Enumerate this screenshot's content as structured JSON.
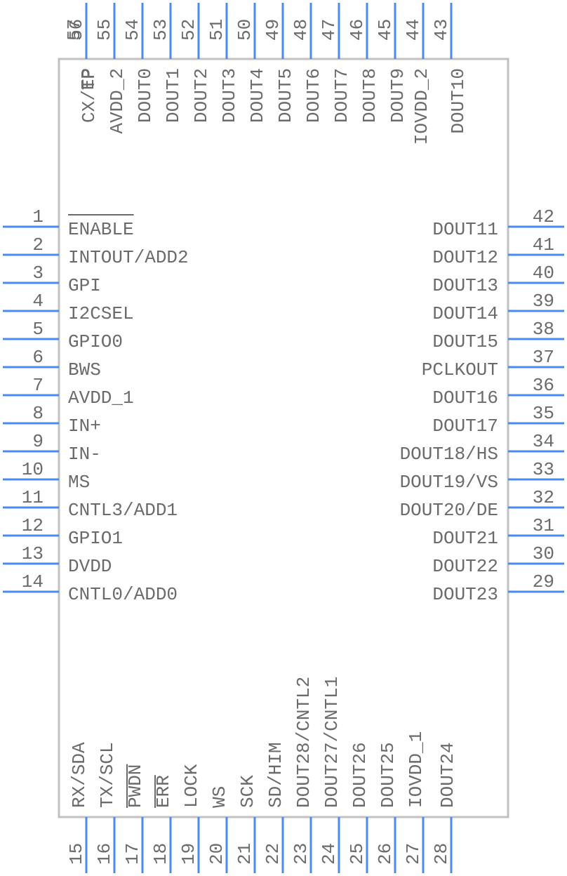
{
  "component": {
    "title": "IC schematic symbol",
    "colors": {
      "pin": "#4a8af4",
      "body": "#c0c0c0",
      "text": "#6b6b6b"
    }
  },
  "pins": {
    "left": [
      {
        "number": "1",
        "name": "ENABLE",
        "active_low": true
      },
      {
        "number": "2",
        "name": "INTOUT/ADD2"
      },
      {
        "number": "3",
        "name": "GPI"
      },
      {
        "number": "4",
        "name": "I2CSEL"
      },
      {
        "number": "5",
        "name": "GPIO0"
      },
      {
        "number": "6",
        "name": "BWS"
      },
      {
        "number": "7",
        "name": "AVDD_1"
      },
      {
        "number": "8",
        "name": "IN+"
      },
      {
        "number": "9",
        "name": "IN-"
      },
      {
        "number": "10",
        "name": "MS"
      },
      {
        "number": "11",
        "name": "CNTL3/ADD1"
      },
      {
        "number": "12",
        "name": "GPIO1"
      },
      {
        "number": "13",
        "name": "DVDD"
      },
      {
        "number": "14",
        "name": "CNTL0/ADD0"
      }
    ],
    "bottom": [
      {
        "number": "15",
        "name": "RX/SDA"
      },
      {
        "number": "16",
        "name": "TX/SCL"
      },
      {
        "number": "17",
        "name": "PWDN",
        "active_low": true
      },
      {
        "number": "18",
        "name": "ERR",
        "active_low": true
      },
      {
        "number": "19",
        "name": "LOCK"
      },
      {
        "number": "20",
        "name": "WS"
      },
      {
        "number": "21",
        "name": "SCK"
      },
      {
        "number": "22",
        "name": "SD/HIM"
      },
      {
        "number": "23",
        "name": "DOUT28/CNTL2"
      },
      {
        "number": "24",
        "name": "DOUT27/CNTL1"
      },
      {
        "number": "25",
        "name": "DOUT26"
      },
      {
        "number": "26",
        "name": "DOUT25"
      },
      {
        "number": "27",
        "name": "IOVDD_1"
      },
      {
        "number": "28",
        "name": "DOUT24"
      }
    ],
    "right": [
      {
        "number": "42",
        "name": "DOUT11"
      },
      {
        "number": "41",
        "name": "DOUT12"
      },
      {
        "number": "40",
        "name": "DOUT13"
      },
      {
        "number": "39",
        "name": "DOUT14"
      },
      {
        "number": "38",
        "name": "DOUT15"
      },
      {
        "number": "37",
        "name": "PCLKOUT"
      },
      {
        "number": "36",
        "name": "DOUT16"
      },
      {
        "number": "35",
        "name": "DOUT17"
      },
      {
        "number": "34",
        "name": "DOUT18/HS"
      },
      {
        "number": "33",
        "name": "DOUT19/VS"
      },
      {
        "number": "32",
        "name": "DOUT20/DE"
      },
      {
        "number": "31",
        "name": "DOUT21"
      },
      {
        "number": "30",
        "name": "DOUT22"
      },
      {
        "number": "29",
        "name": "DOUT23"
      }
    ],
    "top": [
      {
        "number": "57",
        "name": "EP",
        "no_lead": true
      },
      {
        "number": "56",
        "name": "CX/TP"
      },
      {
        "number": "55",
        "name": "AVDD_2"
      },
      {
        "number": "54",
        "name": "DOUT0"
      },
      {
        "number": "53",
        "name": "DOUT1"
      },
      {
        "number": "52",
        "name": "DOUT2"
      },
      {
        "number": "51",
        "name": "DOUT3"
      },
      {
        "number": "50",
        "name": "DOUT4"
      },
      {
        "number": "49",
        "name": "DOUT5"
      },
      {
        "number": "48",
        "name": "DOUT6"
      },
      {
        "number": "47",
        "name": "DOUT7"
      },
      {
        "number": "46",
        "name": "DOUT8"
      },
      {
        "number": "45",
        "name": "DOUT9"
      },
      {
        "number": "44",
        "name": "IOVDD_2"
      },
      {
        "number": "43",
        "name": "DOUT10"
      }
    ]
  }
}
